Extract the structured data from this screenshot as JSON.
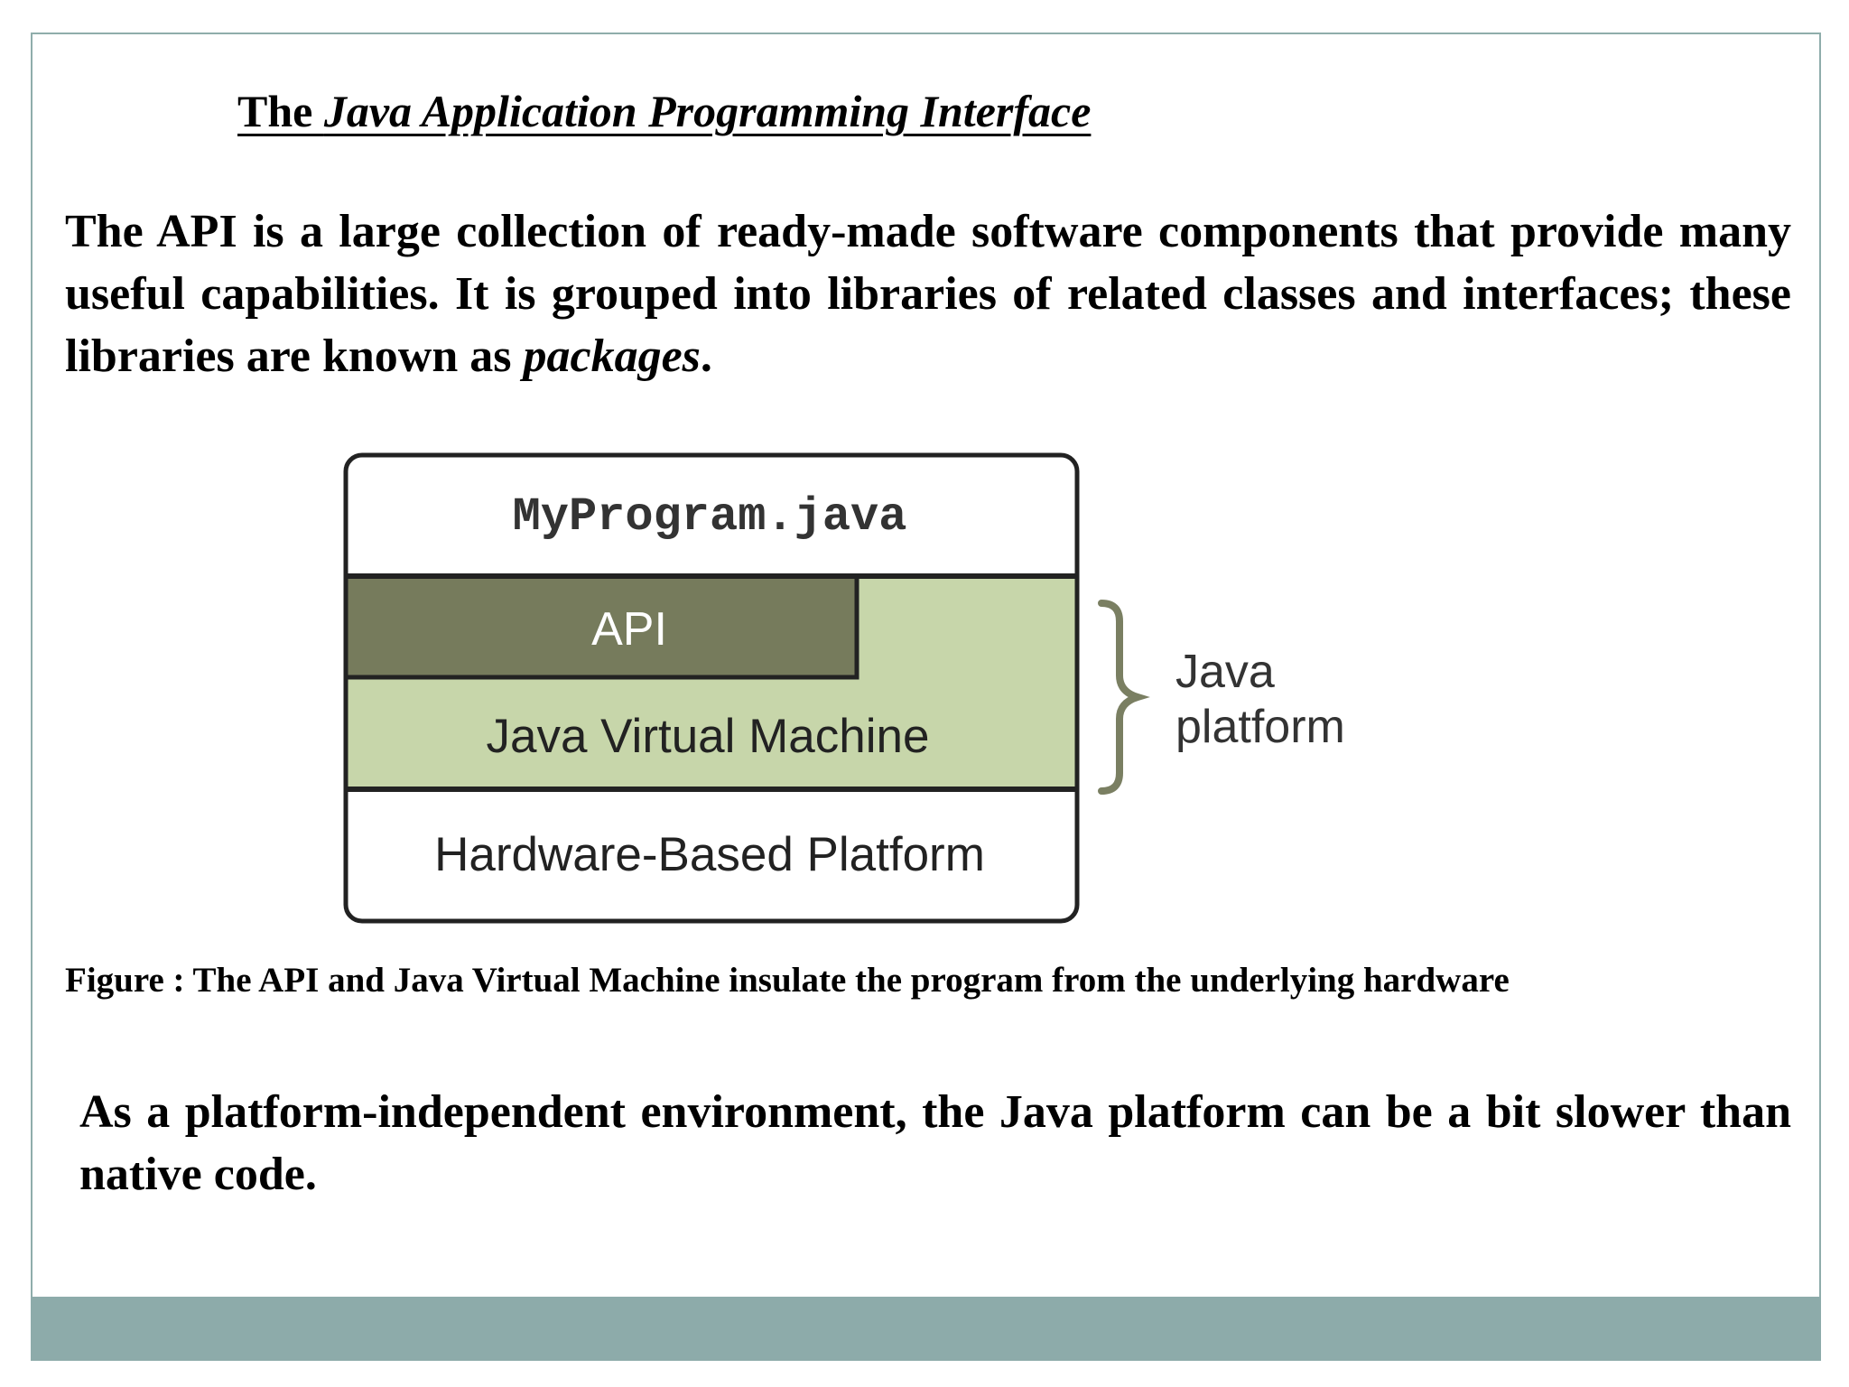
{
  "slide": {
    "title_prefix": "The ",
    "title_italic": "Java Application Programming Interface",
    "paragraph1_text": "The API is a large collection of ready-made software components that provide many useful capabilities. It is grouped into libraries of related classes and interfaces; these libraries are known as ",
    "paragraph1_italic": "packages",
    "paragraph1_end": ".",
    "diagram": {
      "program_label": "MyProgram.java",
      "api_label": "API",
      "jvm_label": "Java Virtual Machine",
      "hardware_label": "Hardware-Based Platform",
      "brace_label_line1": "Java",
      "brace_label_line2": "platform"
    },
    "caption": "Figure : The API and Java Virtual Machine insulate the program from the underlying hardware",
    "paragraph2": "As a platform-independent environment, the Java platform can be a bit slower than native code."
  },
  "colors": {
    "frame_border": "#8fadab",
    "footer_band": "#8dabaa",
    "api_fill": "#767b5c",
    "jvm_fill": "#c7d6aa",
    "brace_color": "#7a7f62"
  }
}
